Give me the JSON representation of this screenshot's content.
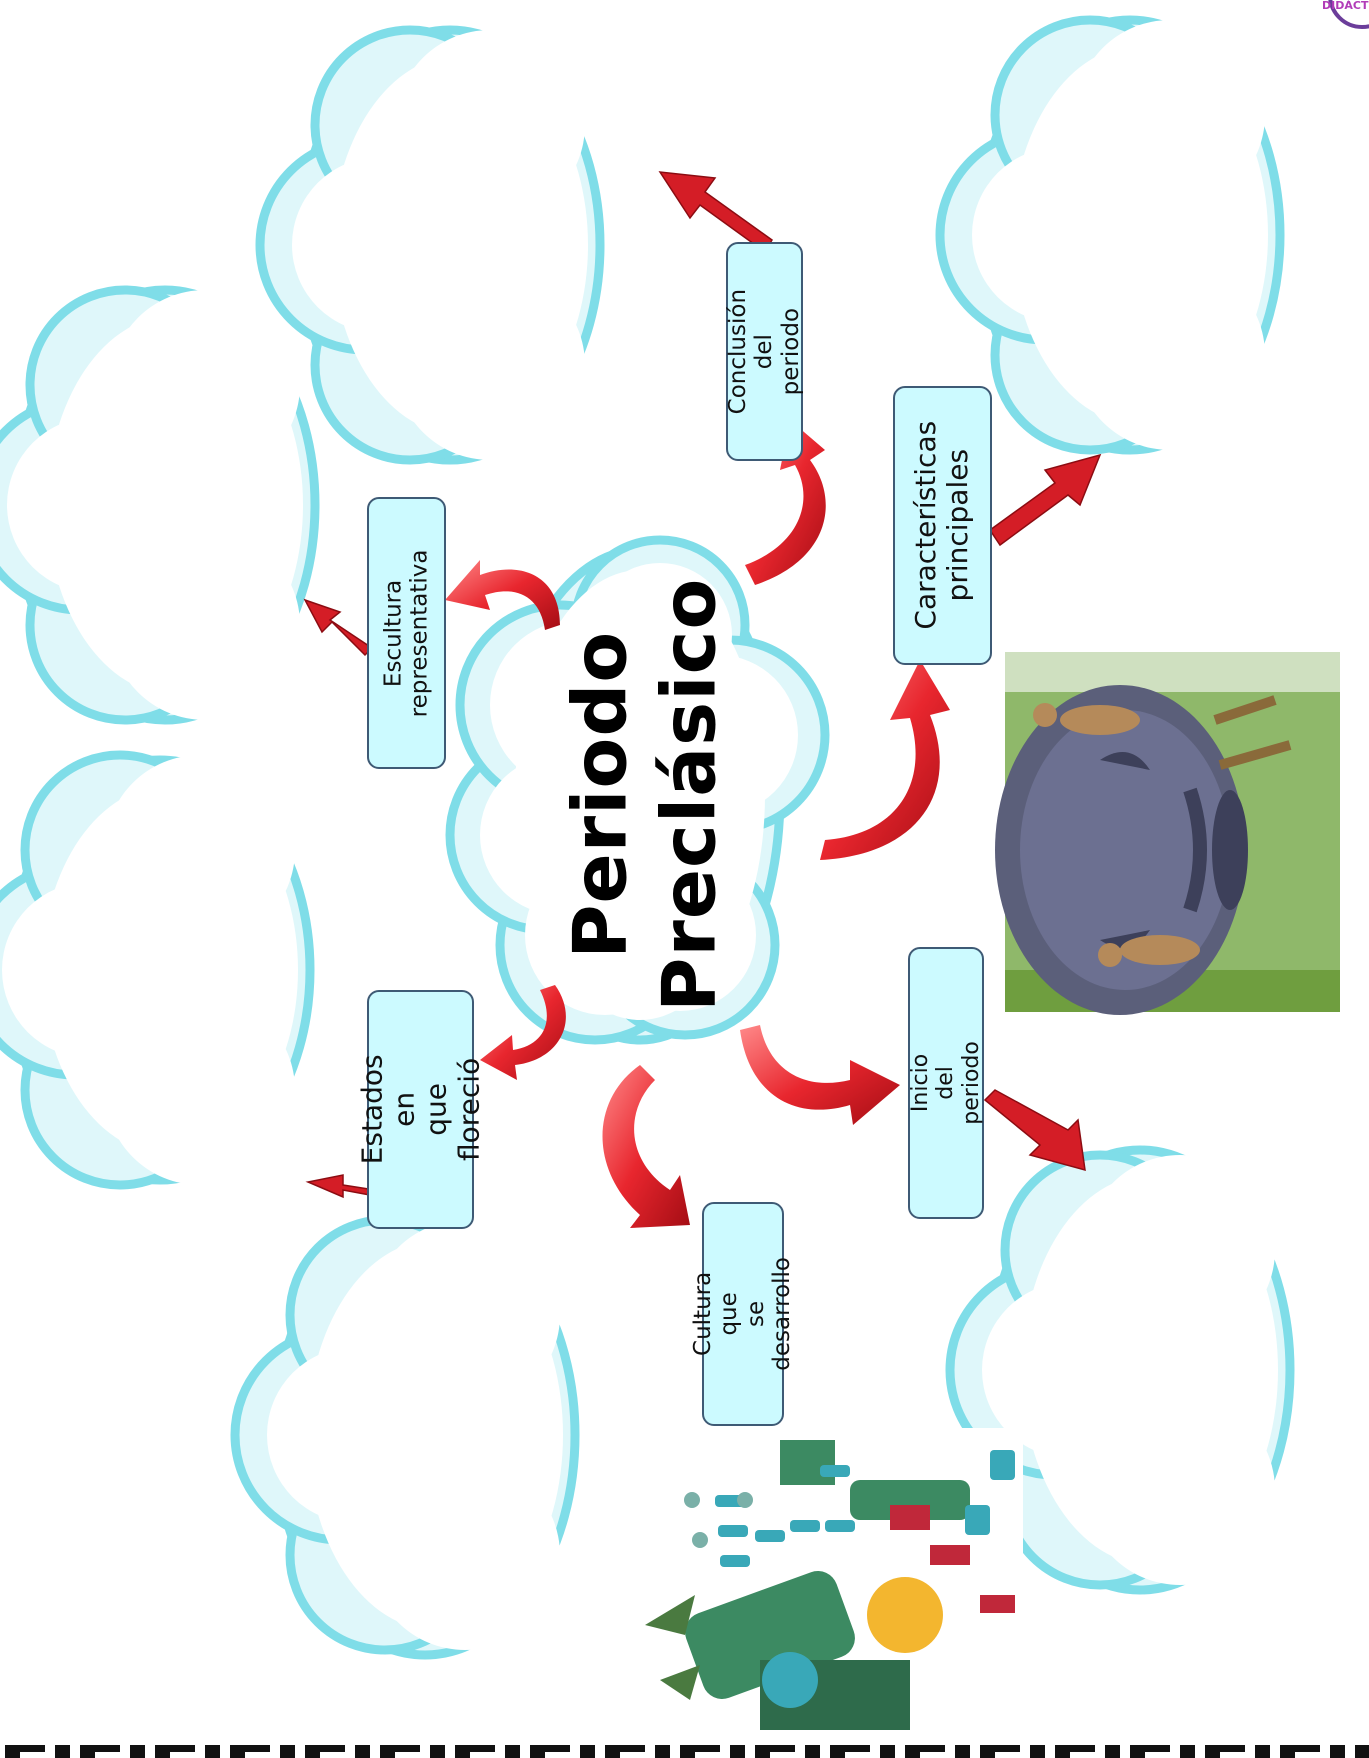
{
  "title": "Periodo\nPreclásico",
  "boxes": {
    "escultura": "Escultura\nrepresentativa",
    "conclusion": "Conclusión\ndel periodo",
    "caracteristicas": "Características\nprincipales",
    "estados": "Estados en\nque floreció",
    "inicio": "Inicio del periodo",
    "cultura": "Cultura que\nse desarrollo"
  },
  "colors": {
    "cloud_border": "#7fdde8",
    "cloud_fill": "#ffffff",
    "box_fill": "#ccfaff",
    "box_border": "#3e5a75",
    "arrow": "#e0202a"
  },
  "images": [
    "olmec-head-illustration",
    "aztec-deity-codex-illustration"
  ]
}
